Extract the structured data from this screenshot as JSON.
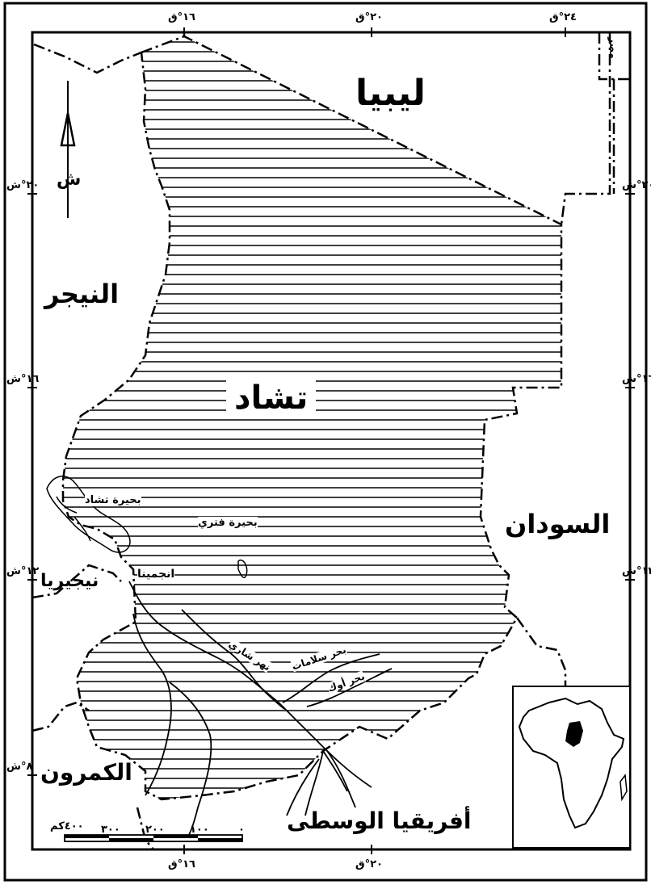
{
  "countries": {
    "libya": "ليبيا",
    "egypt": "مصر",
    "niger": "النيجر",
    "chad": "تشاد",
    "sudan": "السودان",
    "nigeria": "نيجيريا",
    "cameroon": "الكمرون",
    "car": "أفريقيا الوسطى"
  },
  "features": {
    "lake_chad": "بحيرة تشاد",
    "lake_fitri": "بحيرة فتري",
    "ndjamena": "انجمينا",
    "river_chari": "نهر شاري",
    "river_bahr_salamat": "بحر سلامات",
    "river_bahr_aouk": "بحر أوك"
  },
  "longitude_ticks": [
    "١٦°ق",
    "٢٠°ق",
    "٢٤°ق"
  ],
  "latitude_ticks": [
    "٢٠°ش",
    "١٦°ش",
    "١٢°ش",
    "٨°ش"
  ],
  "north_label": "ش",
  "scale": {
    "labels": [
      "٠",
      "١٠٠",
      "٢٠٠",
      "٣٠٠",
      "٤٠٠كم"
    ],
    "unit": "كم"
  },
  "colors": {
    "ink": "#000000",
    "paper": "#ffffff"
  }
}
